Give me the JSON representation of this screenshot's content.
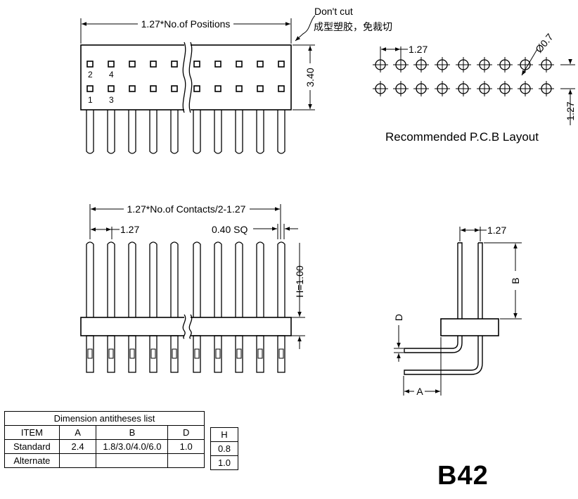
{
  "top_view": {
    "positions_dim": "1.27*No.of Positions",
    "dont_cut_title": "Don't cut",
    "dont_cut_cn": "成型塑胶，免裁切",
    "height_dim": "3.40",
    "pin_labels": [
      "2",
      "4",
      "1",
      "3"
    ]
  },
  "pcb_layout": {
    "pitch_dim": "1.27",
    "hole_dim": "Ø0.7",
    "row_pitch_dim": "1.27",
    "caption": "Recommended P.C.B Layout"
  },
  "front_view": {
    "contacts_dim": "1.27*No.of Contacts/2-1.27",
    "pitch_dim": "1.27",
    "square_dim": "0.40 SQ",
    "height_dim": "H=1.00"
  },
  "side_view": {
    "pitch_dim": "1.27",
    "b_label": "B",
    "d_label": "D",
    "a_label": "A"
  },
  "dimension_table": {
    "title": "Dimension antitheses list",
    "headers": [
      "ITEM",
      "A",
      "B",
      "D"
    ],
    "rows": [
      [
        "Standard",
        "2.4",
        "1.8/3.0/4.0/6.0",
        "1.0"
      ],
      [
        "Alternate",
        "",
        "",
        ""
      ]
    ]
  },
  "h_table": {
    "header": "H",
    "values": [
      "0.8",
      "1.0"
    ]
  },
  "model": "B42"
}
